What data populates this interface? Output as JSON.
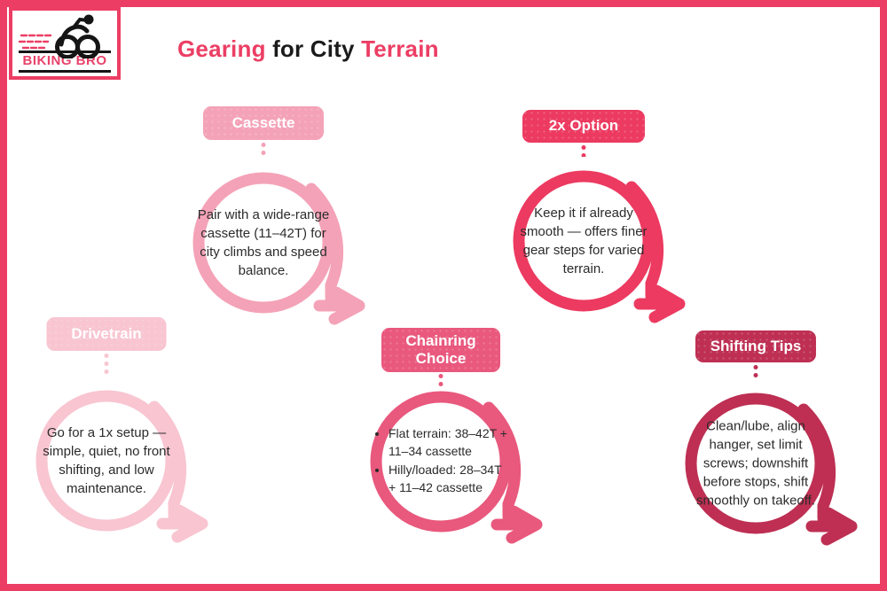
{
  "header": {
    "logo": {
      "brand": "BIKING BRO",
      "icon": "cyclist-icon"
    },
    "title_parts": [
      {
        "text": "Gearing ",
        "accent": true
      },
      {
        "text": "for City ",
        "accent": false
      },
      {
        "text": "Terrain",
        "accent": true
      }
    ]
  },
  "colors": {
    "frame": "#EC3E64",
    "accent": "#EC3E64",
    "title_dark": "#1b1b1b",
    "logo_brand": "#E8426A",
    "body_text": "#2b2b2b"
  },
  "icons": {
    "logo": "cyclist-icon",
    "node_arrow": "arrow-right-icon",
    "connector": "dotted-connector"
  },
  "nodes": {
    "cassette": {
      "label": "Cassette",
      "color": "#F4A2B7",
      "text": "Pair with a wide-range cassette (11–42T) for city climbs and speed balance."
    },
    "two_x": {
      "label": "2x Option",
      "color": "#EC3A60",
      "text": "Keep it if already smooth — offers finer gear steps for varied terrain."
    },
    "drivetrain": {
      "label": "Drivetrain",
      "color": "#F8C5D1",
      "text": "Go for a 1x setup — simple, quiet, no front shifting, and low maintenance."
    },
    "chainring": {
      "label": "Chainring Choice",
      "color": "#E9587D",
      "bullets": [
        "Flat terrain: 38–42T + 11–34 cassette",
        "Hilly/loaded: 28–34T + 11–42 cassette"
      ]
    },
    "shifting": {
      "label": "Shifting Tips",
      "color": "#BE2F53",
      "text": "Clean/lube, align hanger, set limit screws; downshift before stops, shift smoothly on takeoff."
    }
  }
}
